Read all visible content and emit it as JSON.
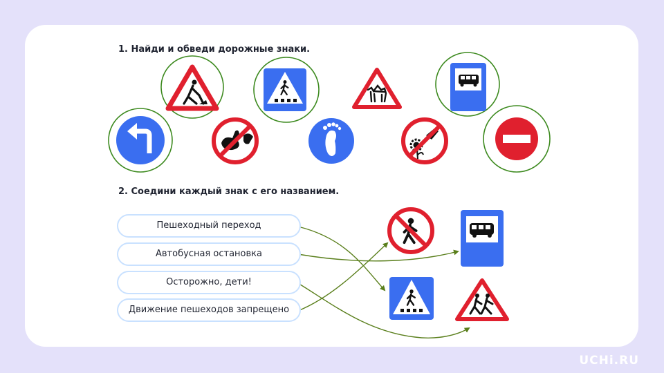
{
  "task1": {
    "title": "1. Найди и обведи дорожные знаки."
  },
  "task2": {
    "title": "2. Соедини каждый знак с его названием.",
    "labels": [
      "Пешеходный переход",
      "Автобусная остановка",
      "Осторожно, дети!",
      "Движение пешеходов запрещено"
    ]
  },
  "branding": {
    "logo_text": "UCHi.RU"
  },
  "colors": {
    "background": "#e4e1fa",
    "card": "#ffffff",
    "sign_red": "#e0202e",
    "sign_blue": "#3a6ef0",
    "circle_outline": "#3d8a1f",
    "connector": "#5a7f1c",
    "pill_border": "#c9e1ff"
  },
  "icons": [
    "road-works-sign-icon",
    "pedestrian-crossing-sign-icon",
    "camels-warning-sign-icon",
    "bus-stop-sign-icon",
    "turn-left-sign-icon",
    "no-feeding-birds-sign-icon",
    "footprint-sign-icon",
    "no-picking-flowers-sign-icon",
    "no-entry-sign-icon",
    "no-pedestrians-sign-icon",
    "children-crossing-sign-icon"
  ]
}
